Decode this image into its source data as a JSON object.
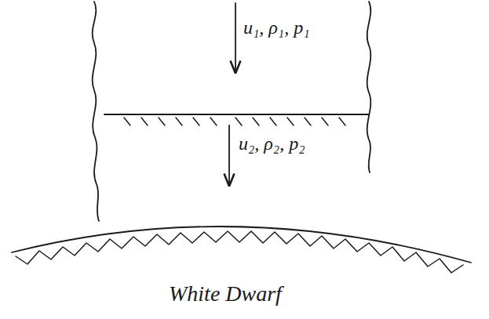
{
  "diagram": {
    "labels": [
      "u₁, ρ₁, p₁",
      "u₂, ρ₂, p₂",
      "White Dwarf"
    ]
  }
}
